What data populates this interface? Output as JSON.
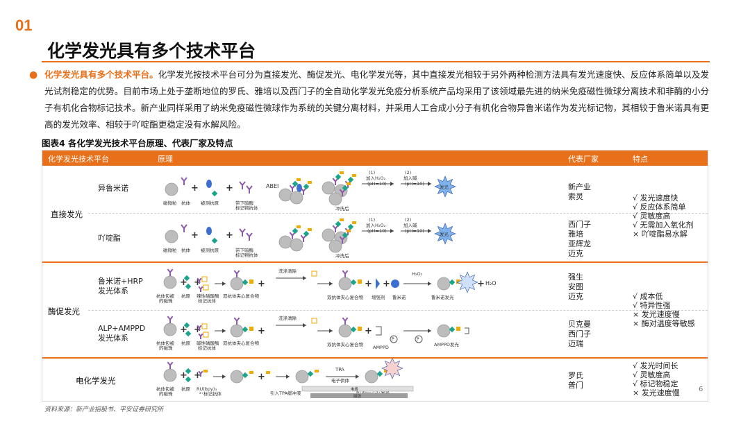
{
  "section_number": "01",
  "title": "化学发光具有多个技术平台",
  "paragraph": {
    "bullet": "●",
    "highlight": "化学发光具有多个技术平台。",
    "text": "化学发光按技术平台可分为直接发光、酶促发光、电化学发光等，其中直接发光相较于另外两种检测方法具有发光速度快、反应体系简单以及发光试剂稳定的优势。目前市场上处于垄断地位的罗氏、雅培以及西门子的全自动化学发光免疫分析系统产品均采用了该领域最先进的纳米免疫磁性微球分离技术和非酶的小分子有机化合物标记技术。新产业同样采用了纳米免疫磁性微球作为系统的关键分离材料，并采用人工合成小分子有机化合物异鲁米诺作为发光标记物，其相较于鲁米诺具有更高的发光效率、相较于吖啶酯更稳定没有水解风险。"
  },
  "figure_caption": "图表4 各化学发光技术平台原理、代表厂家及特点",
  "table": {
    "headers": {
      "platform": "化学发光技术平台",
      "principle": "原理",
      "vendors": "代表厂家",
      "features": "特点"
    },
    "groups": [
      {
        "category": "直接发光",
        "subtypes": [
          {
            "name": "异鲁米诺",
            "vendors": [
              "新产业",
              "索灵"
            ],
            "diagram": {
              "labels": [
                "磁微粒",
                "抗体",
                "被测抗原",
                "带下暗酶标记物抗体",
                "ABEI",
                "冲洗后",
                "(1)",
                "加入H₂O₂",
                "(pH=10)",
                "(2)",
                "加入碱",
                "(pH=10)",
                "发光"
              ]
            }
          },
          {
            "name": "吖啶酯",
            "vendors": [
              "西门子",
              "雅培",
              "亚辉龙",
              "迈克"
            ],
            "diagram": {
              "labels": [
                "磁微粒",
                "抗体",
                "被测抗原",
                "带下暗酶标记物抗体",
                "冲洗后",
                "(1)",
                "加入H₂O₂",
                "(pH=10)",
                "(2)",
                "加入碱",
                "(pH=10)",
                "发光"
              ]
            }
          }
        ],
        "features": [
          "√ 发光速度快",
          "√ 反应体系简单",
          "√ 灵敏度高",
          "√ 无需加入氧化剂",
          "× 吖啶酯易水解"
        ]
      },
      {
        "category": "酶促发光",
        "subtypes": [
          {
            "name": [
              "鲁米诺+HRP",
              "发光体系"
            ],
            "vendors": [
              "强生",
              "安图",
              "迈克"
            ],
            "diagram": {
              "labels": [
                "抗体包被的磁珠",
                "抗原",
                "辣性磷酸酶标记抗体",
                "洗涤清除",
                "双抗体夹心复合物",
                "双抗体夹心复合物",
                "增强剂",
                "鲁米诺",
                "H₂O₂",
                "鲁米诺发光",
                "H₂O"
              ]
            }
          },
          {
            "name": [
              "ALP+AMPPD",
              "发光体系"
            ],
            "vendors": [
              "贝克曼",
              "西门子",
              "迈瑞"
            ],
            "diagram": {
              "labels": [
                "抗体包被的磁珠",
                "抗原",
                "碱性磷酸酶标记抗体",
                "洗涤清除",
                "双抗体夹心复合物",
                "双抗体夹心复合物",
                "AMPPD",
                "P",
                "P",
                "AMPPD发光"
              ]
            }
          }
        ],
        "features": [
          "√ 成本低",
          "√ 特异性强",
          "× 发光速度慢",
          "× 酶对温度等敏感"
        ]
      },
      {
        "category": "电化学发光",
        "subtypes": [
          {
            "name": "",
            "vendors": [
              "罗氏",
              "普门"
            ],
            "diagram": {
              "labels": [
                "抗体包被的磁珠",
                "抗原",
                "RU(bpy)₃²⁺标记抗体",
                "引入TPA缓冲液",
                "TPA",
                "电子供体",
                "RU(bpy)₃²⁺发光",
                "电极",
                "磁铁"
              ]
            }
          }
        ],
        "features": [
          "√ 发光时间长",
          "√ 灵敏度高",
          "√ 标记物稳定",
          "× 发光速度慢"
        ]
      }
    ]
  },
  "source": "资料来源：新产业招股书、平安证券研究所",
  "page_number": "6",
  "colors": {
    "accent": "#e8701a",
    "bead": "#bdbdbd",
    "antibody": "#8e5aa8",
    "antigen": "#1aa58a",
    "enzyme": "#f2a900",
    "luminescence": "#3b6fd1"
  }
}
